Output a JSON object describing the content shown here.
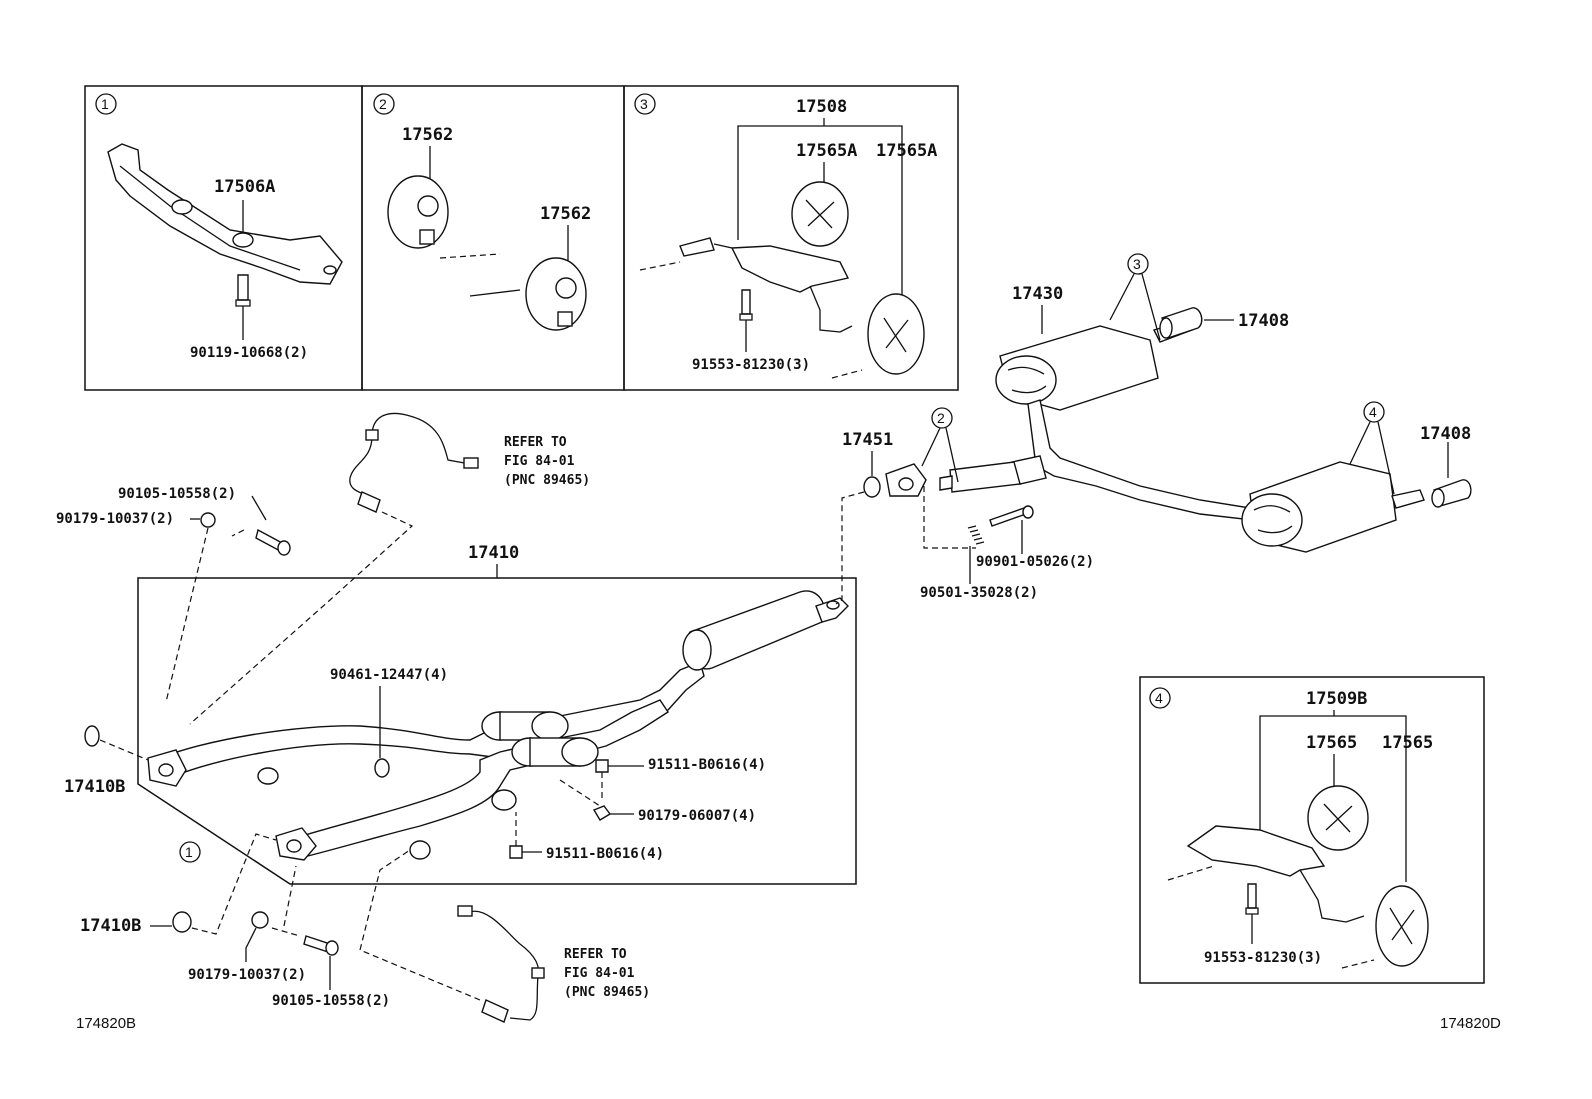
{
  "insets": {
    "inset1": {
      "marker": "1",
      "labels": [
        "17506A",
        "90119-10668(2)"
      ]
    },
    "inset2": {
      "marker": "2",
      "labels": [
        "17562",
        "17562"
      ]
    },
    "inset3": {
      "marker": "3",
      "labels": [
        "17508",
        "17565A",
        "17565A",
        "91553-81230(3)"
      ]
    },
    "inset4": {
      "marker": "4",
      "labels": [
        "17509B",
        "17565",
        "17565",
        "91553-81230(3)"
      ]
    }
  },
  "main": {
    "assembly": "17410",
    "labels": {
      "p90105a": "90105-10558(2)",
      "p90179a": "90179-10037(2)",
      "p90461": "90461-12447(4)",
      "p91511a": "91511-B0616(4)",
      "p90179b": "90179-06007(4)",
      "p91511b": "91511-B0616(4)",
      "p17410b1": "17410B",
      "p17410b2": "17410B",
      "p90179c": "90179-10037(2)",
      "p90105b": "90105-10558(2)"
    },
    "marker1": "1"
  },
  "rear": {
    "labels": {
      "p17430": "17430",
      "p17408a": "17408",
      "p17408b": "17408",
      "p17451": "17451",
      "p90901": "90901-05026(2)",
      "p90501": "90501-35028(2)"
    },
    "markers": {
      "m3": "3",
      "m2": "2",
      "m4": "4"
    }
  },
  "refers": {
    "top": [
      "REFER TO",
      "FIG 84-01",
      "(PNC 89465)"
    ],
    "bottom": [
      "REFER TO",
      "FIG 84-01",
      "(PNC 89465)"
    ]
  },
  "corners": {
    "left": "174820B",
    "right": "174820D"
  }
}
